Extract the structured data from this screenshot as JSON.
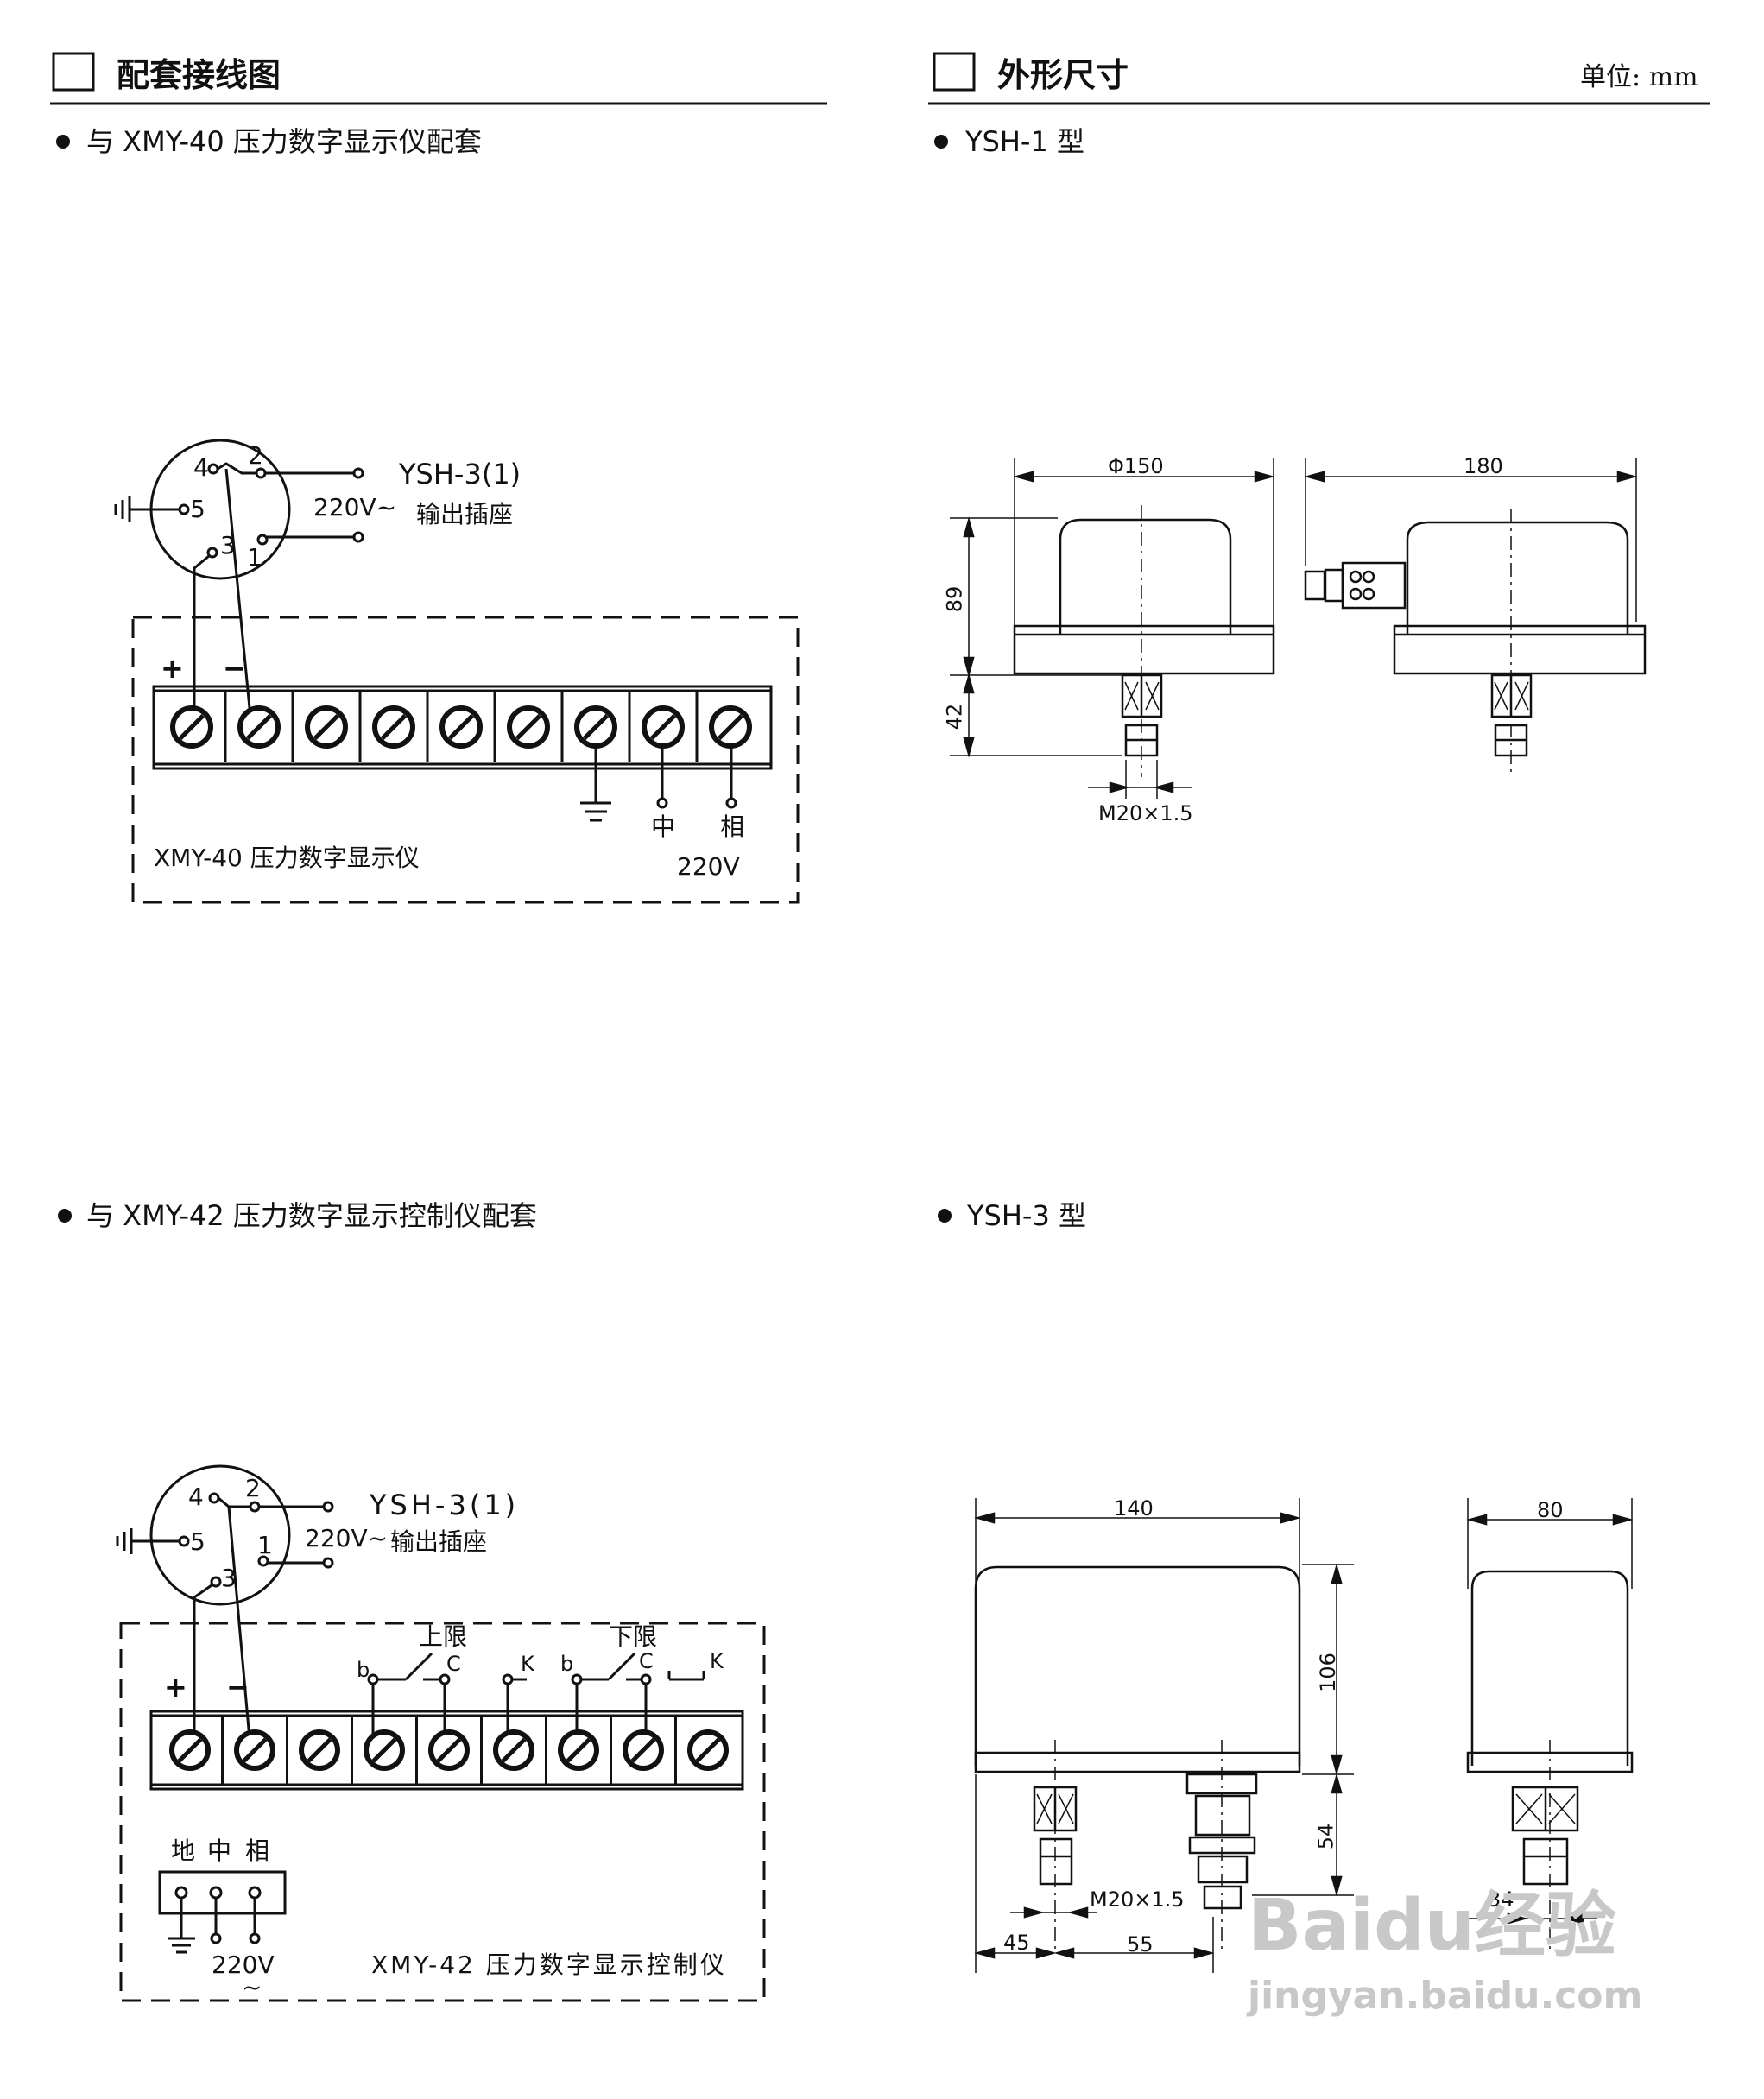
{
  "left_section": {
    "header": "配套接线图",
    "diagram1": {
      "caption": "与 XMY-40 压力数字显示仪配套",
      "socket_name": "YSH-3(1)",
      "socket_desc": "输出插座",
      "voltage": "220V~",
      "pins": [
        "4",
        "2",
        "5",
        "3",
        "1"
      ],
      "plus": "+",
      "minus": "−",
      "neutral": "中",
      "phase": "相",
      "instrument": "XMY-40 压力数字显示仪",
      "power": "220V"
    },
    "diagram2": {
      "caption": "与 XMY-42 压力数字显示控制仪配套",
      "socket_name": "YSH-3(1)",
      "socket_desc": "输出插座",
      "voltage": "220V~",
      "pins": [
        "4",
        "2",
        "5",
        "3",
        "1"
      ],
      "plus": "+",
      "minus": "−",
      "upper_limit": "上限",
      "lower_limit": "下限",
      "contact_b": "b",
      "contact_c": "C",
      "contact_k": "K",
      "ground": "地",
      "neutral": "中",
      "phase": "相",
      "power": "220V",
      "power_symbol": "~",
      "instrument": "XMY-42 压力数字显示控制仪"
    }
  },
  "right_section": {
    "header": "外形尺寸",
    "unit_label": "单位: mm",
    "ysh1": {
      "caption": "YSH-1 型",
      "dim_diameter": "Φ150",
      "dim_width": "180",
      "dim_height": "89",
      "dim_lower": "42",
      "thread": "M20×1.5"
    },
    "ysh3": {
      "caption": "YSH-3 型",
      "dim_width": "140",
      "dim_depth": "80",
      "dim_height": "106",
      "dim_lower": "54",
      "thread": "M20×1.5",
      "dim_45": "45",
      "dim_55": "55",
      "dim_34": "34"
    }
  },
  "watermark": {
    "brand": "Baidu经验",
    "url": "jingyan.baidu.com"
  }
}
